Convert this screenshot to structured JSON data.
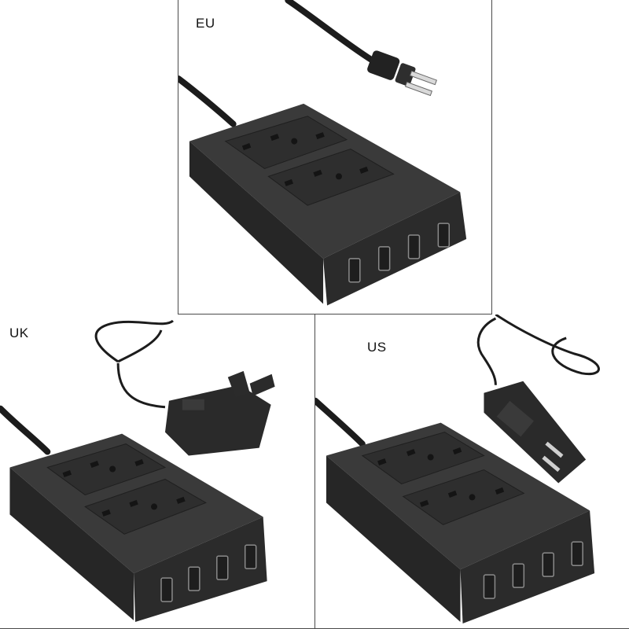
{
  "panels": [
    {
      "id": "eu",
      "label": "EU",
      "plug": "three-prong-plug-icon"
    },
    {
      "id": "uk",
      "label": "UK",
      "plug": "uk-wall-adapter-icon"
    },
    {
      "id": "us",
      "label": "US",
      "plug": "us-wall-adapter-icon"
    }
  ],
  "colors": {
    "device_body": "#2b2b2b",
    "device_top": "#3a3a3a",
    "outlet_recess": "#242424",
    "cable": "#1c1c1c",
    "usb_port": "#9a9a9a",
    "border": "#4a4a4a"
  }
}
